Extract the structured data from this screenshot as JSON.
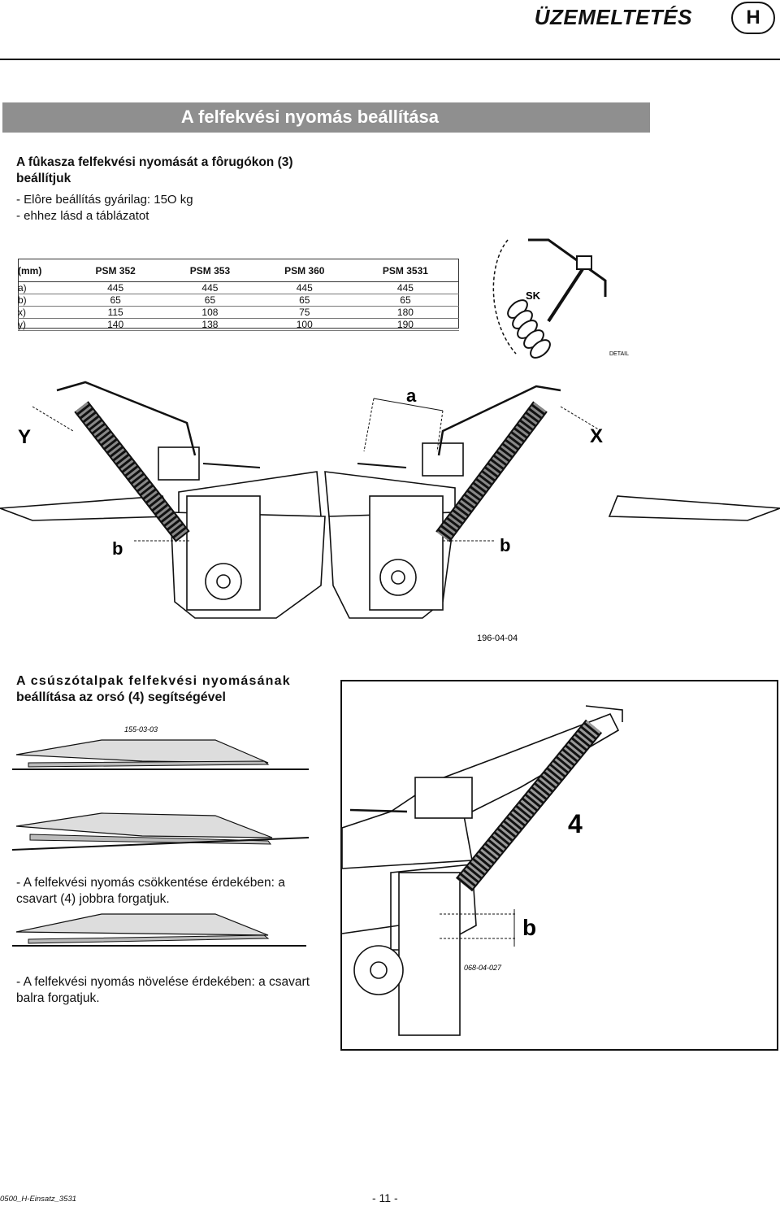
{
  "header": {
    "section_label": "ÜZEMELTETÉS",
    "language_badge": "H"
  },
  "section": {
    "title": "A felfekvési nyomás beállítása"
  },
  "intro": {
    "title": "A fûkasza felfekvési nyomását a fôrugókon (3) beállítjuk",
    "lines": [
      "-  Elôre beállítás gyárilag: 15O kg",
      "-  ehhez lásd a táblázatot"
    ]
  },
  "spec_table": {
    "headers": [
      "(mm)",
      "PSM 352",
      "PSM 353",
      "PSM 360",
      "PSM 3531"
    ],
    "rows": [
      [
        "a)",
        "445",
        "445",
        "445",
        "445"
      ],
      [
        "b)",
        "65",
        "65",
        "65",
        "65"
      ],
      [
        "x)",
        "115",
        "108",
        "75",
        "180"
      ],
      [
        "y)",
        "140",
        "138",
        "100",
        "190"
      ]
    ]
  },
  "figure_main": {
    "labels": {
      "y": "Y",
      "x": "X",
      "a": "a",
      "b_left": "b",
      "b_right": "b",
      "sk": "SK",
      "detail": "DETAIL",
      "code": "196-04-04"
    }
  },
  "skid": {
    "caption_line1": "A csúszótalpak felfekvési nyomásának",
    "caption_line2": "beállítása az orsó (4) segítségével",
    "code": "155-03-03",
    "bullet_decrease": "-  A felfekvési nyomás csökkentése érdekében: a csavart (4) jobbra forgatjuk.",
    "bullet_increase": "-  A felfekvési nyomás növelése érdekében: a csavart balra forgatjuk."
  },
  "figure_spindle": {
    "label_4": "4",
    "label_b": "b",
    "code": "068-04-027"
  },
  "footer": {
    "doc_code": "0500_H-Einsatz_3531",
    "page": "- 11 -"
  }
}
